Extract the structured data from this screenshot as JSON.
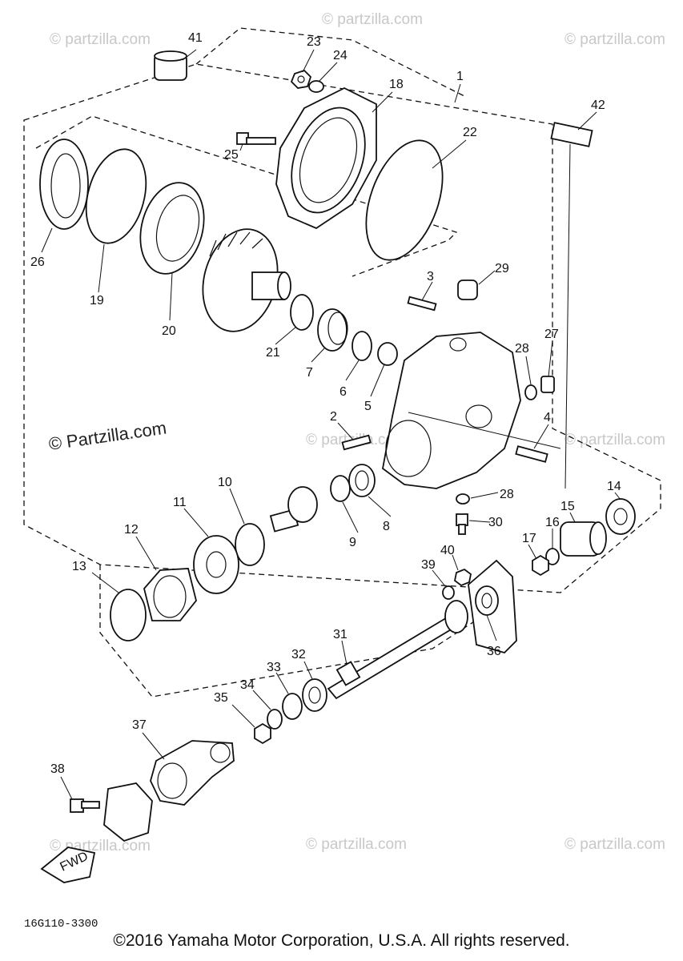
{
  "watermarks": {
    "partzilla": "© Partzilla.com",
    "partzilla_lower": "© partzilla.com",
    "partzilla_center": "© Partzilla.com"
  },
  "callouts": [
    "1",
    "2",
    "3",
    "4",
    "5",
    "6",
    "7",
    "8",
    "9",
    "10",
    "11",
    "12",
    "13",
    "14",
    "15",
    "16",
    "17",
    "18",
    "19",
    "20",
    "21",
    "22",
    "23",
    "24",
    "25",
    "26",
    "27",
    "28",
    "28",
    "29",
    "30",
    "31",
    "32",
    "33",
    "34",
    "35",
    "36",
    "37",
    "38",
    "39",
    "40",
    "41",
    "42"
  ],
  "figure_code": "16G110-3300",
  "fwd_label": "FWD",
  "copyright": "©2016 Yamaha Motor Corporation, U.S.A. All rights reserved."
}
